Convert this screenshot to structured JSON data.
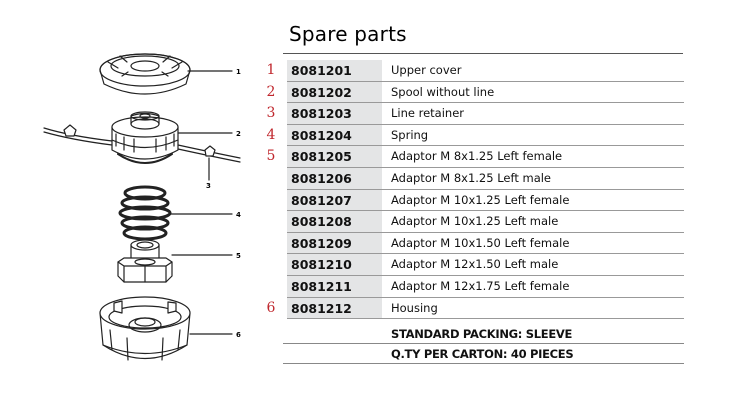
{
  "header": {
    "title": "Spare parts"
  },
  "diagram": {
    "callouts": [
      {
        "label": "1"
      },
      {
        "label": "2"
      },
      {
        "label": "3"
      },
      {
        "label": "4"
      },
      {
        "label": "5"
      },
      {
        "label": "6"
      }
    ]
  },
  "parts": [
    {
      "num": "1",
      "code": "8081201",
      "desc": "Upper cover"
    },
    {
      "num": "2",
      "code": "8081202",
      "desc": "Spool without line"
    },
    {
      "num": "3",
      "code": "8081203",
      "desc": "Line retainer"
    },
    {
      "num": "4",
      "code": "8081204",
      "desc": "Spring"
    },
    {
      "num": "5",
      "code": "8081205",
      "desc": "Adaptor M 8x1.25 Left female"
    },
    {
      "num": "",
      "code": "8081206",
      "desc": "Adaptor M 8x1.25 Left male"
    },
    {
      "num": "",
      "code": "8081207",
      "desc": "Adaptor M 10x1.25 Left female"
    },
    {
      "num": "",
      "code": "8081208",
      "desc": "Adaptor M 10x1.25 Left male"
    },
    {
      "num": "",
      "code": "8081209",
      "desc": "Adaptor M 10x1.50 Left female"
    },
    {
      "num": "",
      "code": "8081210",
      "desc": "Adaptor M 12x1.50 Left male"
    },
    {
      "num": "",
      "code": "8081211",
      "desc": "Adaptor M 12x1.75 Left female"
    },
    {
      "num": "6",
      "code": "8081212",
      "desc": "Housing"
    }
  ],
  "footer": {
    "packing": "STANDARD PACKING: SLEEVE",
    "carton": "Q.TY PER CARTON: 40 PIECES"
  }
}
